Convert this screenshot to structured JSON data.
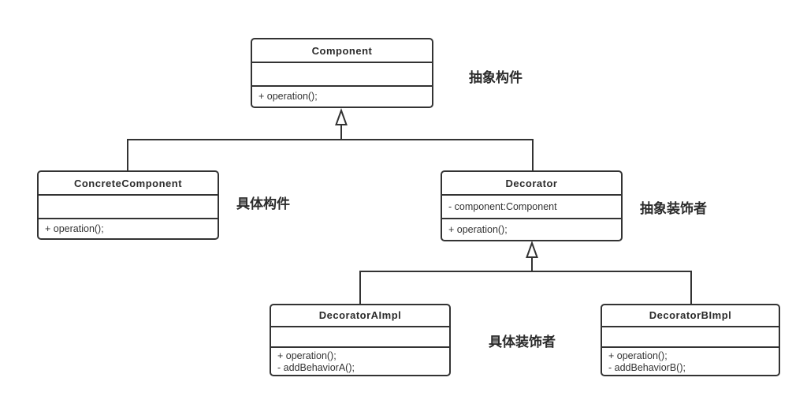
{
  "diagram": {
    "classes": [
      {
        "name": "Component",
        "attributes": [],
        "methods": [
          "+ operation();"
        ]
      },
      {
        "name": "ConcreteComponent",
        "attributes": [],
        "methods": [
          "+ operation();"
        ]
      },
      {
        "name": "Decorator",
        "attributes": [
          "- component:Component"
        ],
        "methods": [
          "+ operation();"
        ]
      },
      {
        "name": "DecoratorAImpl",
        "attributes": [],
        "methods": [
          "+ operation();",
          "- addBehaviorA();"
        ]
      },
      {
        "name": "DecoratorBImpl",
        "attributes": [],
        "methods": [
          "+ operation();",
          "- addBehaviorB();"
        ]
      }
    ],
    "annotations": [
      {
        "id": "abstract-component",
        "text": "抽象构件"
      },
      {
        "id": "concrete-component",
        "text": "具体构件"
      },
      {
        "id": "abstract-decorator",
        "text": "抽象装饰者"
      },
      {
        "id": "concrete-decorator",
        "text": "具体装饰者"
      }
    ],
    "relations": [
      {
        "type": "generalization",
        "from": "ConcreteComponent",
        "to": "Component"
      },
      {
        "type": "generalization",
        "from": "Decorator",
        "to": "Component"
      },
      {
        "type": "generalization",
        "from": "DecoratorAImpl",
        "to": "Decorator"
      },
      {
        "type": "generalization",
        "from": "DecoratorBImpl",
        "to": "Decorator"
      }
    ],
    "colors": {
      "line": "#333333",
      "text": "#333333",
      "label_text": "#2b2b2b",
      "box_fill": "#ffffff",
      "background": "#ffffff"
    }
  }
}
